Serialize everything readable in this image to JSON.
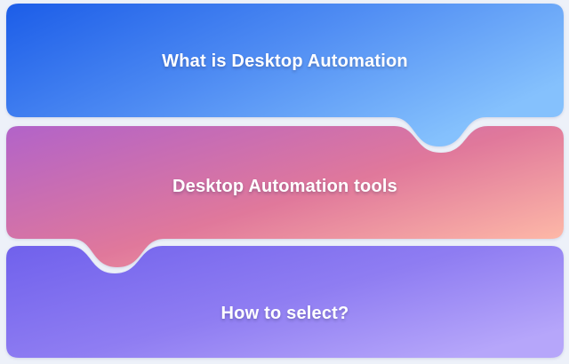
{
  "canvas": {
    "background_color": "#edf1f9",
    "text_color": "#ffffff"
  },
  "cards": [
    {
      "label": "What is Desktop Automation",
      "gradient": {
        "from": "#1c5de8",
        "mid": "#4f8cf3",
        "to": "#85c1fd"
      }
    },
    {
      "label": "Desktop Automation tools",
      "gradient": {
        "from": "#b263c9",
        "mid": "#e0789b",
        "to": "#ffbca8"
      }
    },
    {
      "label": "How to select?",
      "gradient": {
        "from": "#7061ec",
        "mid": "#8f7df2",
        "to": "#b6a6fa"
      }
    }
  ]
}
